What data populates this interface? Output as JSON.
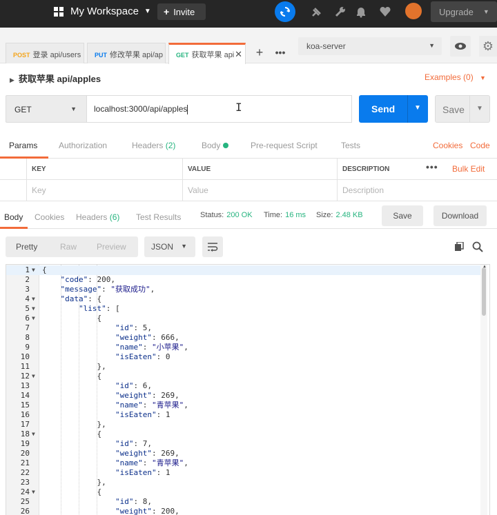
{
  "topbar": {
    "workspace": "My Workspace",
    "invite": "Invite",
    "upgrade": "Upgrade"
  },
  "tabs": [
    {
      "method": "POST",
      "label": "登录 api/users",
      "color": "#f4a51c"
    },
    {
      "method": "PUT",
      "label": "修改苹果 api/ap",
      "color": "#097bed"
    },
    {
      "method": "GET",
      "label": "获取苹果 api",
      "color": "#26b47f"
    }
  ],
  "environment": "koa-server",
  "request": {
    "title": "获取苹果 api/apples",
    "examples": "Examples (0)",
    "method": "GET",
    "url": "localhost:3000/api/apples",
    "send": "Send",
    "save": "Save"
  },
  "request_tabs": {
    "params": "Params",
    "authorization": "Authorization",
    "headers": "Headers",
    "headers_count": "(2)",
    "body": "Body",
    "prerequest": "Pre-request Script",
    "tests": "Tests",
    "cookies": "Cookies",
    "code": "Code"
  },
  "params_table": {
    "key": "KEY",
    "value": "VALUE",
    "description": "DESCRIPTION",
    "bulk_edit": "Bulk Edit",
    "key_placeholder": "Key",
    "value_placeholder": "Value",
    "description_placeholder": "Description"
  },
  "response": {
    "tabs": {
      "body": "Body",
      "cookies": "Cookies",
      "headers": "Headers",
      "headers_count": "(6)",
      "test_results": "Test Results"
    },
    "status_label": "Status:",
    "status_value": "200 OK",
    "time_label": "Time:",
    "time_value": "16 ms",
    "size_label": "Size:",
    "size_value": "2.48 KB",
    "save": "Save",
    "download": "Download",
    "formats": {
      "pretty": "Pretty",
      "raw": "Raw",
      "preview": "Preview"
    },
    "language": "JSON"
  },
  "code_lines": [
    {
      "n": "1",
      "fold": true,
      "text": "{"
    },
    {
      "n": "2",
      "fold": false,
      "text": "    \"code\": 200,"
    },
    {
      "n": "3",
      "fold": false,
      "text": "    \"message\": \"获取成功\","
    },
    {
      "n": "4",
      "fold": true,
      "text": "    \"data\": {"
    },
    {
      "n": "5",
      "fold": true,
      "text": "        \"list\": ["
    },
    {
      "n": "6",
      "fold": true,
      "text": "            {"
    },
    {
      "n": "7",
      "fold": false,
      "text": "                \"id\": 5,"
    },
    {
      "n": "8",
      "fold": false,
      "text": "                \"weight\": 666,"
    },
    {
      "n": "9",
      "fold": false,
      "text": "                \"name\": \"小苹果\","
    },
    {
      "n": "10",
      "fold": false,
      "text": "                \"isEaten\": 0"
    },
    {
      "n": "11",
      "fold": false,
      "text": "            },"
    },
    {
      "n": "12",
      "fold": true,
      "text": "            {"
    },
    {
      "n": "13",
      "fold": false,
      "text": "                \"id\": 6,"
    },
    {
      "n": "14",
      "fold": false,
      "text": "                \"weight\": 269,"
    },
    {
      "n": "15",
      "fold": false,
      "text": "                \"name\": \"青苹果\","
    },
    {
      "n": "16",
      "fold": false,
      "text": "                \"isEaten\": 1"
    },
    {
      "n": "17",
      "fold": false,
      "text": "            },"
    },
    {
      "n": "18",
      "fold": true,
      "text": "            {"
    },
    {
      "n": "19",
      "fold": false,
      "text": "                \"id\": 7,"
    },
    {
      "n": "20",
      "fold": false,
      "text": "                \"weight\": 269,"
    },
    {
      "n": "21",
      "fold": false,
      "text": "                \"name\": \"青苹果\","
    },
    {
      "n": "22",
      "fold": false,
      "text": "                \"isEaten\": 1"
    },
    {
      "n": "23",
      "fold": false,
      "text": "            },"
    },
    {
      "n": "24",
      "fold": true,
      "text": "            {"
    },
    {
      "n": "25",
      "fold": false,
      "text": "                \"id\": 8,"
    },
    {
      "n": "26",
      "fold": false,
      "text": "                \"weight\": 200,"
    }
  ],
  "colors": {
    "accent": "#f26b3a",
    "send": "#097bed",
    "success": "#26b47f"
  }
}
